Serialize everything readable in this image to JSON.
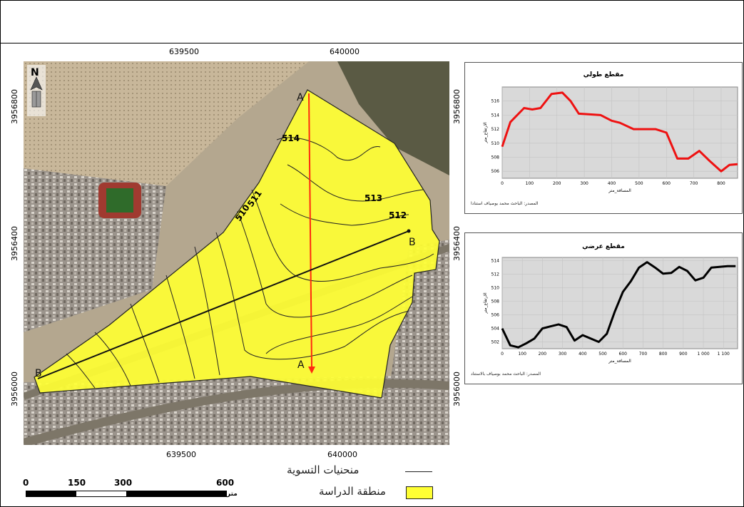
{
  "map": {
    "north": "N",
    "coords_top": [
      "639500",
      "640000"
    ],
    "coords_bottom": [
      "639500",
      "640000"
    ],
    "coords_left": [
      "3956800",
      "3956400",
      "3956000"
    ],
    "coords_right": [
      "3956800",
      "3956400",
      "3956000"
    ],
    "contours": [
      "514",
      "513",
      "512",
      "511",
      "510"
    ],
    "section_points": {
      "a_top": "A",
      "a_bottom": "A",
      "b_right": "B",
      "b_left": "B"
    },
    "colors": {
      "study_area": "#ffff33",
      "section_a": "#ff2a10",
      "section_b": "#000000"
    }
  },
  "charts": [
    {
      "title": "مقطع طولي",
      "ylabel": "الارتفاع_متر",
      "xlabel": "المسافة_متر",
      "source": "المصدر: الباحث محمد بوصياف استنادا",
      "color": "#e11",
      "chart_data": {
        "type": "line",
        "x": [
          0,
          30,
          80,
          110,
          140,
          180,
          220,
          250,
          280,
          320,
          360,
          400,
          430,
          480,
          520,
          560,
          600,
          640,
          680,
          720,
          760,
          800,
          830,
          860
        ],
        "y": [
          509.5,
          513,
          515,
          514.8,
          515,
          517,
          517.2,
          516,
          514.2,
          514.1,
          514,
          513.2,
          512.9,
          512,
          512,
          512,
          511.5,
          507.8,
          507.8,
          508.9,
          507.4,
          506,
          506.9,
          507
        ],
        "xlim": [
          0,
          860
        ],
        "ylim": [
          505,
          518
        ],
        "xticks": [
          "0",
          "100",
          "200",
          "300",
          "400",
          "500",
          "600",
          "700",
          "800"
        ],
        "yticks": [
          "516",
          "514",
          "512",
          "510",
          "508",
          "506"
        ]
      }
    },
    {
      "title": "مقطع عرضي",
      "ylabel": "الارتفاع_متر",
      "xlabel": "المسافة_متر",
      "source": "المصدر: الباحث محمد بوصياف بالاستناد",
      "color": "#000",
      "chart_data": {
        "type": "line",
        "x": [
          0,
          40,
          80,
          120,
          160,
          200,
          240,
          280,
          320,
          360,
          400,
          440,
          480,
          520,
          560,
          600,
          640,
          680,
          720,
          760,
          800,
          840,
          880,
          920,
          960,
          1000,
          1040,
          1080,
          1120,
          1160
        ],
        "y": [
          504,
          501.5,
          501.2,
          501.8,
          502.5,
          504,
          504.3,
          504.6,
          504.2,
          502.2,
          503,
          502.5,
          502,
          503.2,
          506.5,
          509.4,
          511,
          513,
          513.8,
          513,
          512.1,
          512.2,
          513.1,
          512.5,
          511.1,
          511.5,
          513,
          513.1,
          513.2,
          513.2
        ],
        "xlim": [
          0,
          1170
        ],
        "ylim": [
          501,
          514.5
        ],
        "xticks": [
          "0",
          "100",
          "200",
          "300",
          "400",
          "500",
          "600",
          "700",
          "800",
          "900",
          "1 000",
          "1 100"
        ],
        "yticks": [
          "514",
          "512",
          "510",
          "508",
          "506",
          "504",
          "502"
        ]
      }
    }
  ],
  "legend": {
    "contour_label": "منحنيات التسوية",
    "area_label": "منطقة الدراسة",
    "area_color": "#ffff33"
  },
  "scale": {
    "ticks": [
      "0",
      "150",
      "300",
      "600"
    ],
    "unit": "متر"
  }
}
